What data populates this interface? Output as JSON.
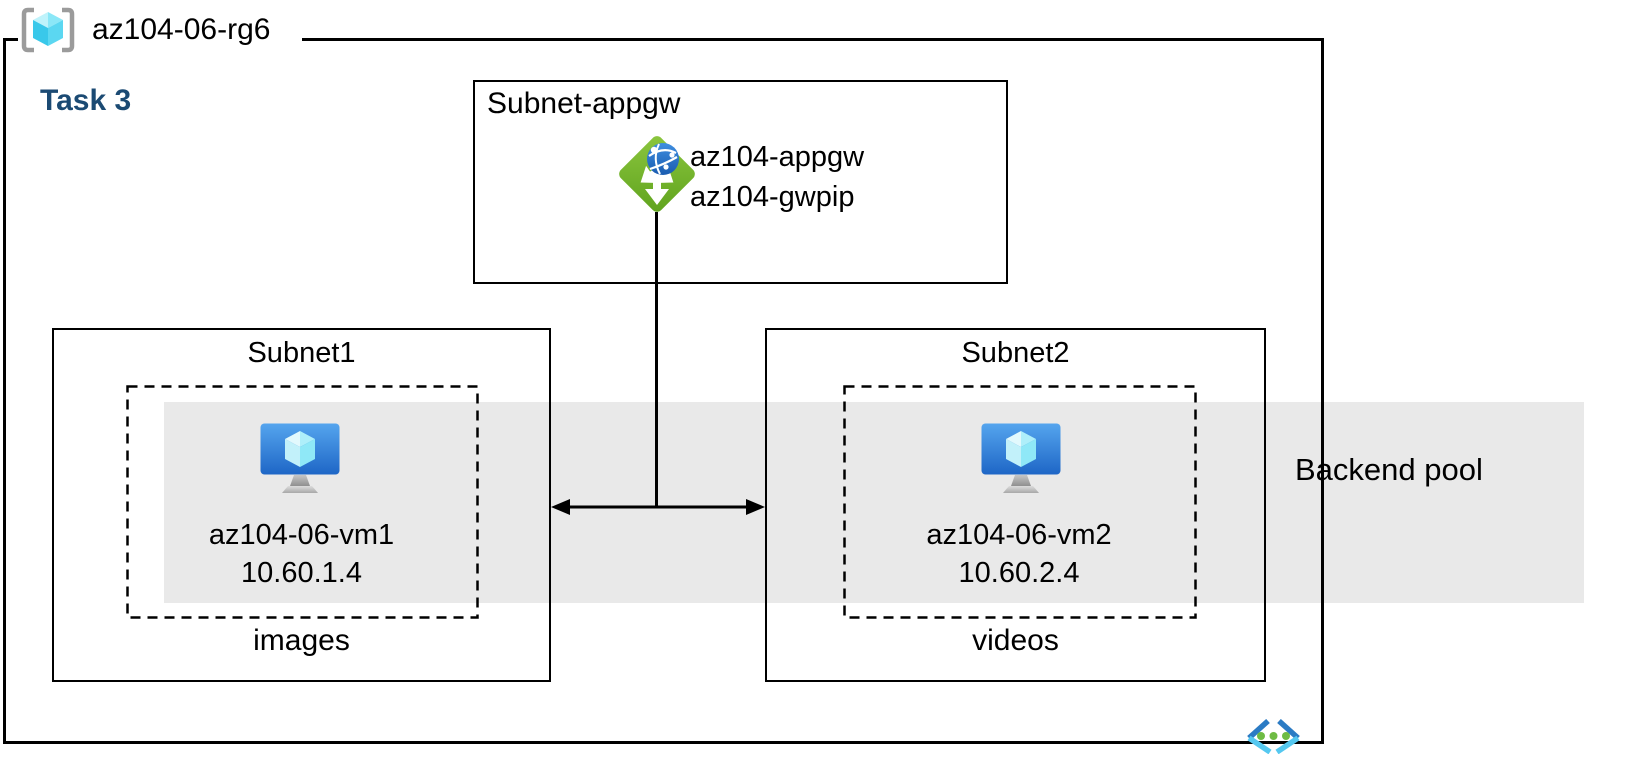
{
  "colors": {
    "task_label": "#1B4A73",
    "backend_band": "#E9E9E9",
    "gw_green_light": "#8CC63F",
    "gw_green_dark": "#5FA31D",
    "globe_blue_light": "#3F8EE0",
    "globe_blue_dark": "#1A5CB0",
    "vm_blue_light": "#55A5EE",
    "vm_blue_dark": "#1E66C6",
    "cube_cyan_light": "#E2F9FD",
    "cube_cyan_mid": "#AEEFFA",
    "cube_cyan_pale": "#C2F1FA",
    "cube_cyan_deep": "#8FE8F7",
    "rg_bracket_gray": "#9B9B9B",
    "rg_cube_light": "#BFF3FB",
    "rg_cube_mid": "#8BE7F7",
    "rg_cube_left": "#39C8EA",
    "rg_cube_right": "#5BD7F1",
    "vnet_blue": "#2B7BC4",
    "vnet_cyan": "#55C8F0",
    "vnet_dot_green": "#6EBB44"
  },
  "diagram": {
    "resource_group": {
      "label": "az104-06-rg6"
    },
    "task_label": "Task 3",
    "appgw_subnet": {
      "title": "Subnet-appgw",
      "gateway_name": "az104-appgw",
      "gateway_public_ip": "az104-gwpip"
    },
    "subnet1": {
      "title": "Subnet1",
      "vm_name": "az104-06-vm1",
      "vm_ip": "10.60.1.4",
      "caption": "images"
    },
    "subnet2": {
      "title": "Subnet2",
      "vm_name": "az104-06-vm2",
      "vm_ip": "10.60.2.4",
      "caption": "videos"
    },
    "backend_pool": {
      "label": "Backend pool"
    },
    "icons": {
      "resource_group_icon": "azure-resource-group cube in gray brackets",
      "application_gateway_icon": "green diamond with three white arrows and blue globe",
      "virtual_machine_icon": "blue monitor with cyan cube on gray stand",
      "virtual_network_icon": "blue chevrons with three green dots"
    }
  }
}
